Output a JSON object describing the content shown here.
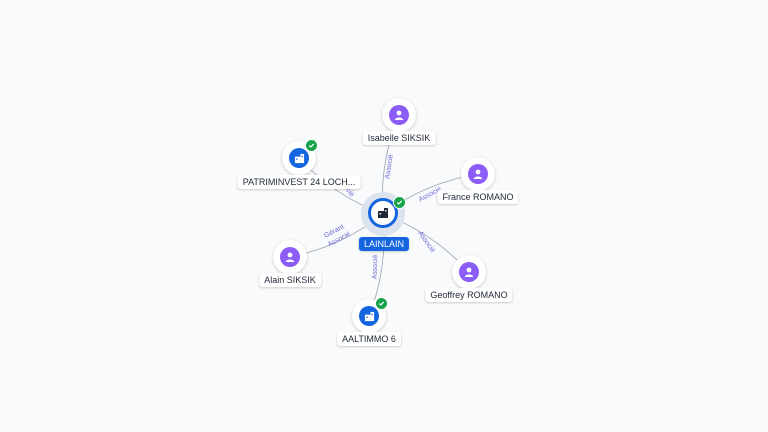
{
  "center": {
    "label": "LAINLAIN",
    "icon": "company-building-icon",
    "verified": true
  },
  "nodes": [
    {
      "id": "isabelle",
      "label": "Isabelle SIKSIK",
      "kind": "person",
      "icon": "person-icon",
      "verified": false
    },
    {
      "id": "france",
      "label": "France ROMANO",
      "kind": "person",
      "icon": "person-icon",
      "verified": false
    },
    {
      "id": "geoffrey",
      "label": "Geoffrey ROMANO",
      "kind": "person",
      "icon": "person-icon",
      "verified": false
    },
    {
      "id": "aaltimmo",
      "label": "AALTIMMO 6",
      "kind": "company",
      "icon": "company-building-icon",
      "verified": true
    },
    {
      "id": "alain",
      "label": "Alain SIKSIK",
      "kind": "person",
      "icon": "person-icon",
      "verified": false
    },
    {
      "id": "patriminvest",
      "label": "PATRIMINVEST 24 LOCH...",
      "kind": "company",
      "icon": "company-building-icon",
      "verified": true
    }
  ],
  "edges": [
    {
      "to": "isabelle",
      "labels": [
        "Associé"
      ]
    },
    {
      "to": "france",
      "labels": [
        "Associé"
      ]
    },
    {
      "to": "geoffrey",
      "labels": [
        "Associé"
      ]
    },
    {
      "to": "aaltimmo",
      "labels": [
        "Associé"
      ]
    },
    {
      "to": "alain",
      "labels": [
        "Gérant",
        "Associé"
      ]
    },
    {
      "to": "patriminvest",
      "labels": [
        "Associé"
      ]
    }
  ],
  "colors": {
    "person": "#8b5cf6",
    "company": "#1565e0",
    "verified": "#16a34a",
    "edge": "#9ca3af",
    "edge_label": "#6b6bd6"
  }
}
